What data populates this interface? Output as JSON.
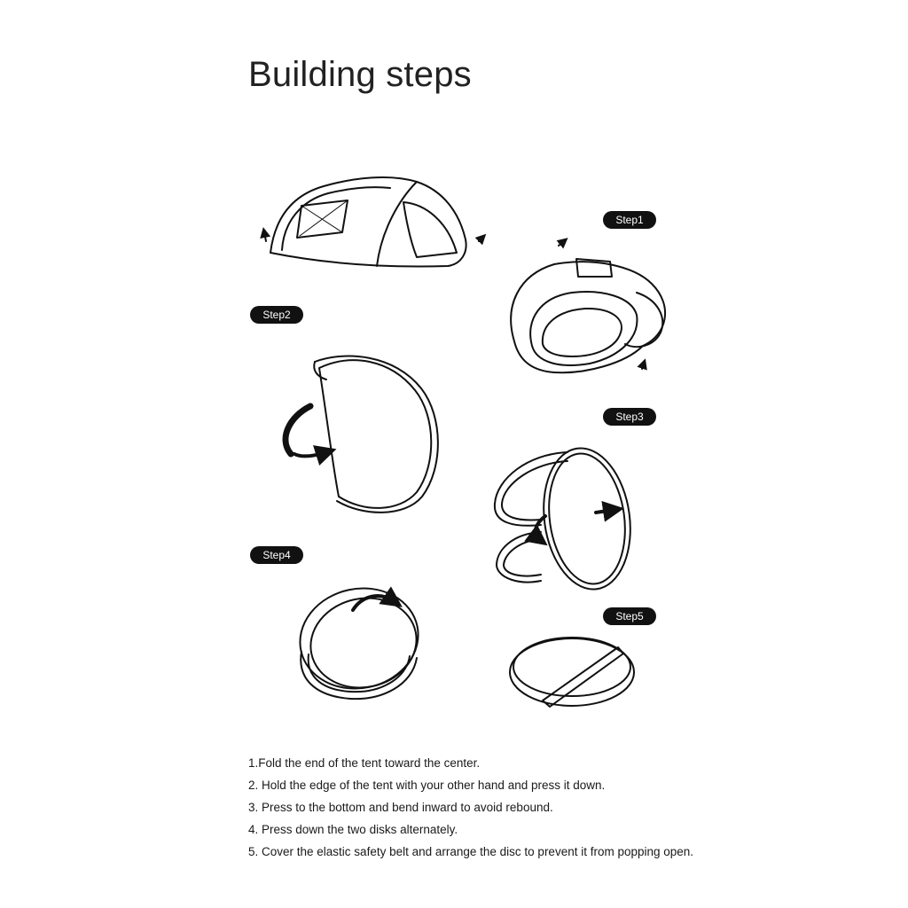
{
  "title": "Building steps",
  "steps": [
    {
      "label": "Step1"
    },
    {
      "label": "Step2"
    },
    {
      "label": "Step3"
    },
    {
      "label": "Step4"
    },
    {
      "label": "Step5"
    }
  ],
  "instructions": [
    "1.Fold the end of the tent toward the center.",
    "2. Hold the edge of the tent with your other hand and press it down.",
    "3. Press to the bottom and bend inward to avoid rebound.",
    "4. Press down the two disks alternately.",
    "5. Cover the elastic safety belt and arrange the disc to prevent it from popping open."
  ],
  "colors": {
    "ink": "#111111",
    "background": "#ffffff"
  }
}
